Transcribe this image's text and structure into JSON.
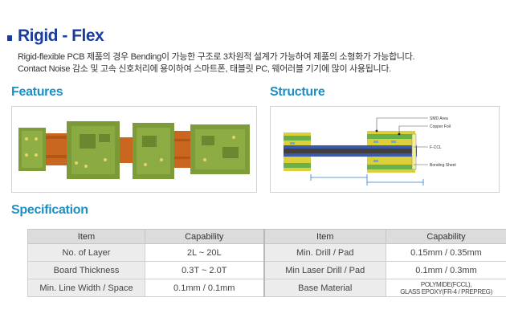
{
  "page": {
    "title": "Rigid - Flex",
    "intro_line1": "Rigid-flexible PCB 제품의 경우 Bending이 가능한 구조로 3차원적 설계가 가능하여 제품의 소형화가 가능합니다.",
    "intro_line2": "Contact Noise 감소 및 고속 신호처리에 용이하여 스마트폰, 태블릿 PC, 웨어러블 기기에 많이 사용됩니다."
  },
  "sections": {
    "features": "Features",
    "structure": "Structure",
    "specification": "Specification"
  },
  "structure_labels": {
    "smd_area": "SMD Area",
    "copper_foil": "Copper Foil",
    "fccl": "F-CCL",
    "bonding_sheet": "Bonding Sheet"
  },
  "spec_table": {
    "headers": [
      "Item",
      "Capability",
      "Item",
      "Capability"
    ],
    "rows": [
      [
        "No. of Layer",
        "2L ~ 20L",
        "Min. Drill / Pad",
        "0.15mm / 0.35mm"
      ],
      [
        "Board Thickness",
        "0.3T ~ 2.0T",
        "Min Laser Drill / Pad",
        "0.1mm / 0.3mm"
      ],
      [
        "Min. Line Width / Space",
        "0.1mm / 0.1mm",
        "Base Material",
        "POLYMIDE(FCCL),",
        "GLASS EPOXY(FR-4 / PREPREG)"
      ]
    ]
  }
}
